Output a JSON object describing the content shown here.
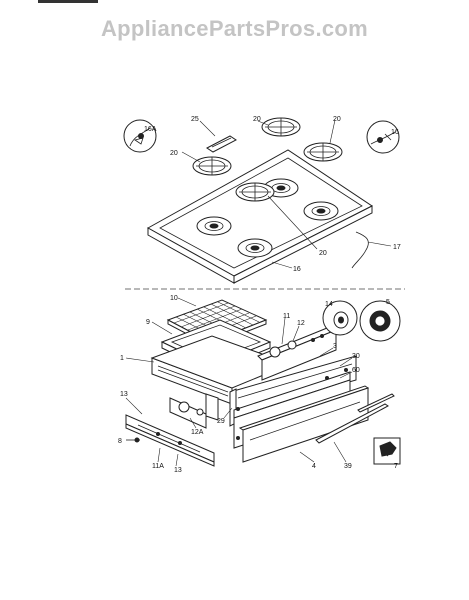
{
  "watermark": "AppliancePartsPros.com",
  "callouts": {
    "c16A": "16A",
    "c25": "25",
    "c20a": "20",
    "c20b": "20",
    "c20c": "20",
    "c20d": "20",
    "c16top": "16",
    "c17": "17",
    "c16": "16",
    "c10": "10",
    "c9": "9",
    "c11": "11",
    "c12": "12",
    "c14": "14",
    "c5": "5",
    "c1": "1",
    "c3": "3",
    "c30": "30",
    "c60": "60",
    "c29": "29",
    "c13a": "13",
    "c12A": "12A",
    "c8": "8",
    "c11A": "11A",
    "c13b": "13",
    "c4": "4",
    "c39": "39",
    "c7": "7"
  }
}
